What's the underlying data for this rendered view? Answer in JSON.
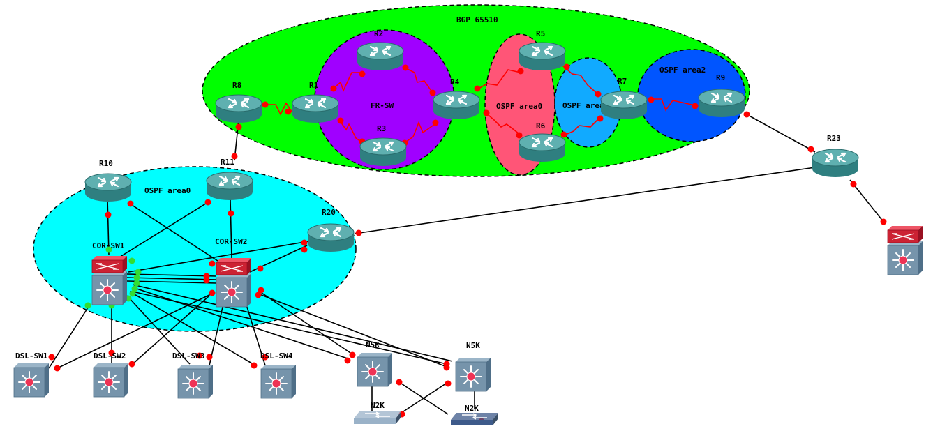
{
  "zones": {
    "bgp": {
      "label": "BGP 65510",
      "color": "#00ff00"
    },
    "frsw": {
      "label": "FR-SW",
      "color": "#a000ff"
    },
    "area0_top": {
      "label": "OSPF area0",
      "color": "#ff5577"
    },
    "area1": {
      "label": "OSPF area1",
      "color": "#11aaff"
    },
    "area2": {
      "label": "OSPF area2",
      "color": "#0055ff"
    },
    "area0_bottom": {
      "label": "OSPF area0",
      "color": "#00ffff"
    }
  },
  "routers": {
    "R1": "R1",
    "R2": "R2",
    "R3": "R3",
    "R4": "R4",
    "R5": "R5",
    "R6": "R6",
    "R7": "R7",
    "R8": "R8",
    "R9": "R9",
    "R10": "R10",
    "R11": "R11",
    "R20": "R20",
    "R23": "R23"
  },
  "switches": {
    "CORSW1": "COR-SW1",
    "CORSW2": "COR-SW2",
    "DSL1": "DSL-SW1",
    "DSL2": "DSL-SW2",
    "DSL3": "DSL-SW3",
    "DSL4": "DSL-SW4",
    "N5K1": "N5K",
    "N5K2": "N5K",
    "N2K1": "N2K",
    "N2K2": "N2K"
  },
  "colors": {
    "router_body": "#3a8f8f",
    "router_top": "#6fbcbc",
    "switch_body": "#6f8fa8",
    "switch_core": "#cc2233",
    "ethernet": "#000000",
    "serial": "#ff0000",
    "port_red": "#ff0000",
    "port_green": "#33dd33"
  },
  "icons": {
    "router": "router-icon",
    "multilayer_switch": "multilayer-switch-icon",
    "core_switch": "core-switch-icon",
    "workgroup_switch": "workgroup-switch-icon"
  }
}
